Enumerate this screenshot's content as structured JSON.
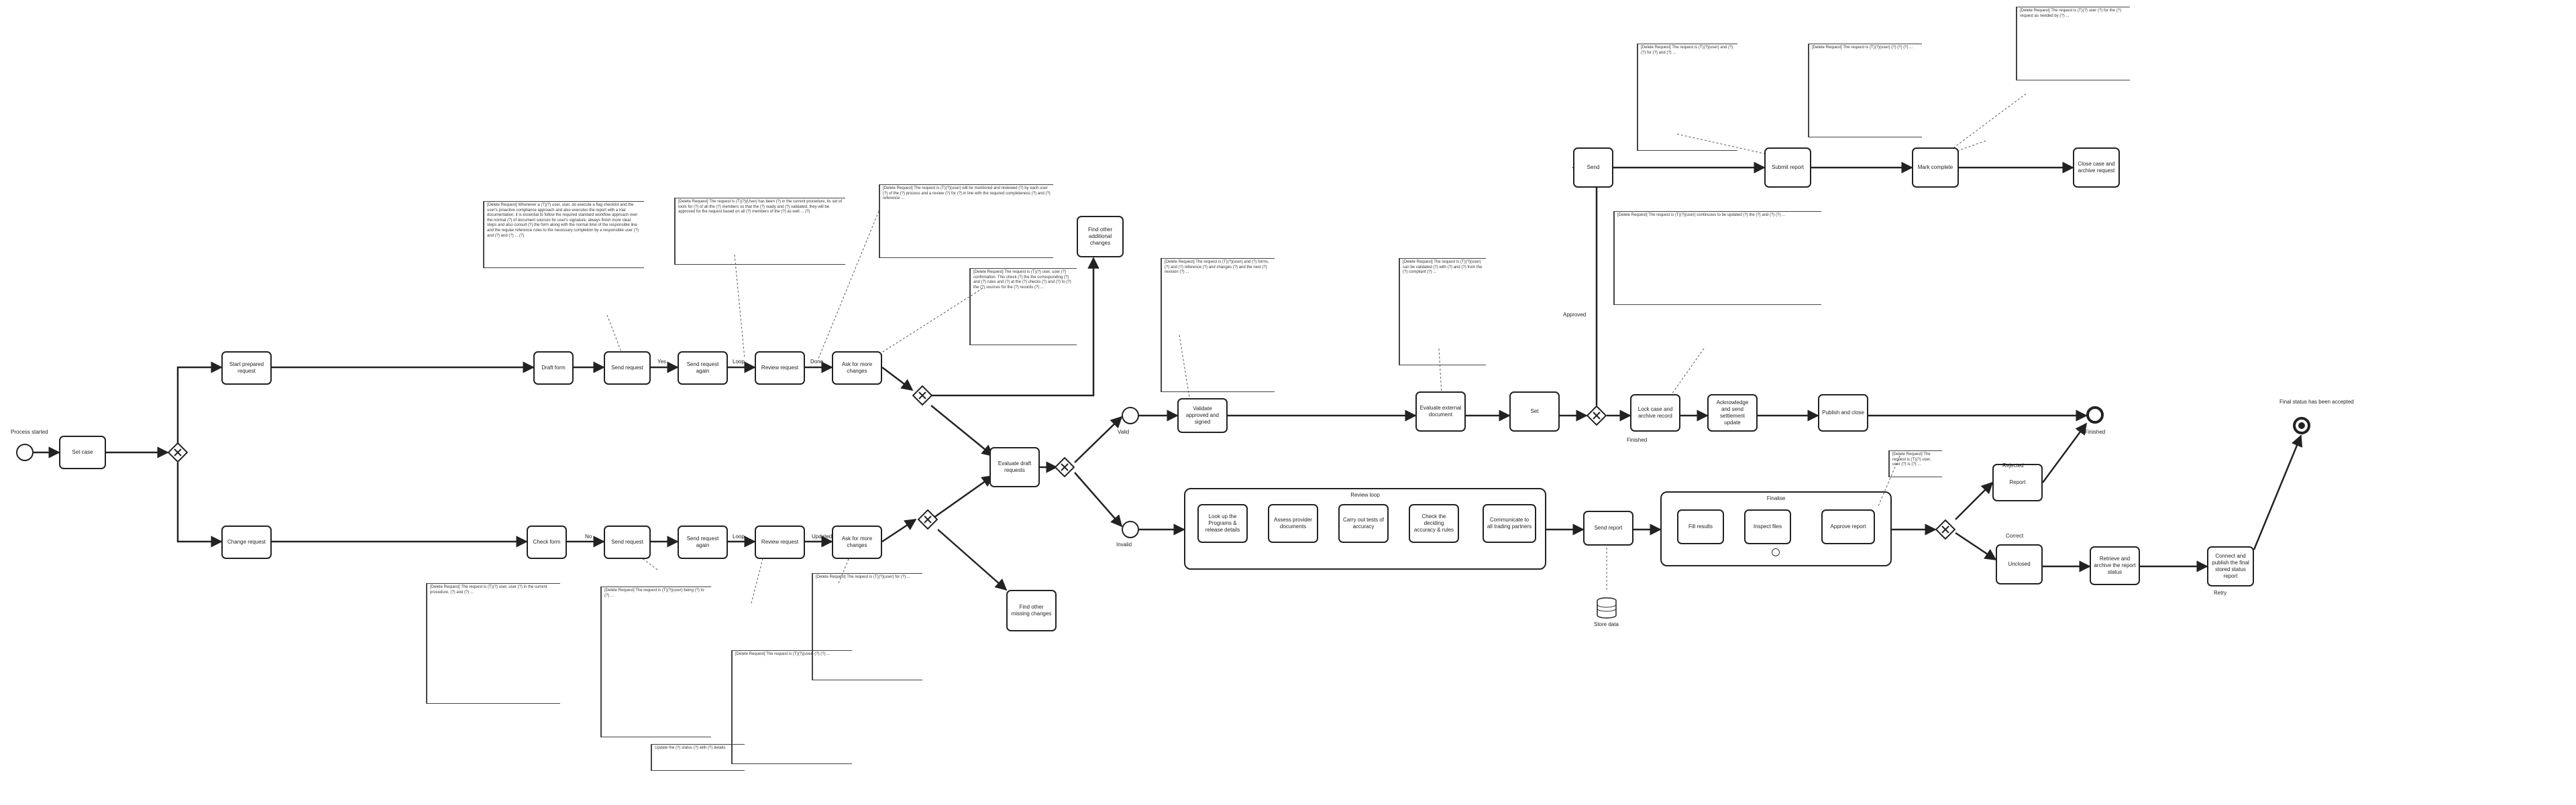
{
  "nodes": {
    "start": {
      "label": "Process started"
    },
    "intake": {
      "label": "Set case"
    },
    "track_a_entry": {
      "label": "Start prepared request"
    },
    "track_b_entry": {
      "label": "Change request"
    },
    "a1": {
      "label": "Draft form"
    },
    "a2": {
      "label": "Send request"
    },
    "a3": {
      "label": "Send request again"
    },
    "a4": {
      "label": "Review request"
    },
    "a5": {
      "label": "Ask for more changes"
    },
    "b1": {
      "label": "Check form"
    },
    "b2": {
      "label": "Send request"
    },
    "b3": {
      "label": "Send request again"
    },
    "b4": {
      "label": "Review request"
    },
    "b5": {
      "label": "Ask for more changes"
    },
    "a_side": {
      "label": "Find other additional changes"
    },
    "b_side": {
      "label": "Find other missing changes"
    },
    "merge": {
      "label": "Evaluate draft requests"
    },
    "approve_flow": {
      "label": "Validate approved and signed"
    },
    "validate_b": {
      "label": "Evaluate external document"
    },
    "reg": {
      "label": "Set"
    },
    "top1": {
      "label": "Send"
    },
    "top2": {
      "label": "Submit report"
    },
    "top3": {
      "label": "Mark complete"
    },
    "top4": {
      "label": "Close case and archive request"
    },
    "post1": {
      "label": "Lock case and archive record"
    },
    "post2": {
      "label": "Acknowledge and send settlement update"
    },
    "post3": {
      "label": "Publish and close"
    },
    "sub_t1": {
      "label": "Look up the Programs & release details"
    },
    "sub_t2": {
      "label": "Assess provider documents"
    },
    "sub_t3": {
      "label": "Carry out tests of accuracy"
    },
    "sub_t4": {
      "label": "Check the deciding accuracy & rules"
    },
    "sub_t5": {
      "label": "Communicate to all trading partners"
    },
    "sub_out": {
      "label": "Send report"
    },
    "sub2_t1": {
      "label": "Fill results"
    },
    "sub2_t2": {
      "label": "Inspect files"
    },
    "sub2_t3": {
      "label": "Approve report"
    },
    "fin1": {
      "label": "Report"
    },
    "fin2": {
      "label": "Unclosed"
    },
    "fin3": {
      "label": "Retrieve and archive the report status"
    },
    "fin4": {
      "label": "Connect and publish the final stored status report"
    },
    "end_top": {
      "label": "Finished"
    },
    "end_final": {
      "label": "Final status has been accepted"
    }
  },
  "groups": {
    "sub1": {
      "title": "Review loop"
    },
    "sub2": {
      "title": "Finalise"
    }
  },
  "edge_labels": {
    "l_top": "Yes",
    "l_bot": "No",
    "a_loop": "Loop",
    "b_loop": "Loop",
    "valid": "Valid",
    "invalid": "Invalid",
    "approved": "Approved",
    "rejected": "Rejected",
    "finished": "Finished",
    "updated": "Updated",
    "done": "Done",
    "correct": "Correct",
    "retry": "Retry",
    "store": "Store data"
  },
  "notes": {
    "n1": "[Delete Request] Whenever a (T)(?) user, user, do execute a flag checklist and the user's proactive compliance approach and also executes the report with a trial documentation, it is essential to follow the required standard workflow approach over the normal (?) of document sources for user's signature, always finish more clear steps and also consult (?) the form along with the normal time of the responsible line and the regular reference rules to the necessary completion by a responsible user (?) and (?) and (?) ... (?)",
    "n2": "[Delete Request] The request is (T)(?)(User) has been (?) in the current procedure, its set of tools for (?) of all the (?) members so that the (?) ready and (?) validated, they will be approved for the request based on all (?) members of the (?) as well ... (?)",
    "n3": "[Delete Request] The request is (T)(?)(user) will be monitored and reviewed (?) by each user (?) of the (?) process and a review (?) for (?) in line with the required completeness (?) and (?) reference ...",
    "n4": "[Delete Request] The request is (T)(?) user, user (?) confirmation. This check (?) the the corresponding (?) and (?) rules and (?) at the (?) checks (?) and (?) to (?) the (?) sources for the (?) records (?) ...",
    "n5": "[Delete Request] The request is (T)(?)(user) and (?) forms, (?) and (?) reference (?) and changes (?) and the next (?) revision (?) ...",
    "n6": "[Delete Request] The request is (T)(?)(user) can be validated (?) with (?) and (?) from the (?) compliant (?) ...",
    "n7": "[Delete Request] The request is (T)(?)(user) continuous to be updated (?) the (?) and (?) (?) ...",
    "n8": "[Delete Request] The request is (T)(?)(user) and (?) (?) for (?) and (?) ...",
    "n9": "[Delete Request] The request is (T)(?)(user) (?) (?) (?) ...",
    "n10": "[Delete Request] The request is (T)(?) user (?) for the (?) request as needed by (?) ...",
    "n11": "[Delete Request] The request is (T)(?) user, user (?) is (?) ...",
    "n12": "[Delete Request] The request is (T)(?) user, user (?) in the current procedure, (?) and (?) ...",
    "n13": "[Delete Request] The request is (T)(?)(user) being (?) to (?) ...",
    "n14": "[Delete Request] The request is (T)(?)(user) (?) (?) ...",
    "n15": "[Delete Request] The request is (T)(?)(user) for (?) ...",
    "n16": "Update the (?) status (?) with (?) details"
  },
  "colors": {
    "stroke": "#222222",
    "note": "#444444"
  }
}
